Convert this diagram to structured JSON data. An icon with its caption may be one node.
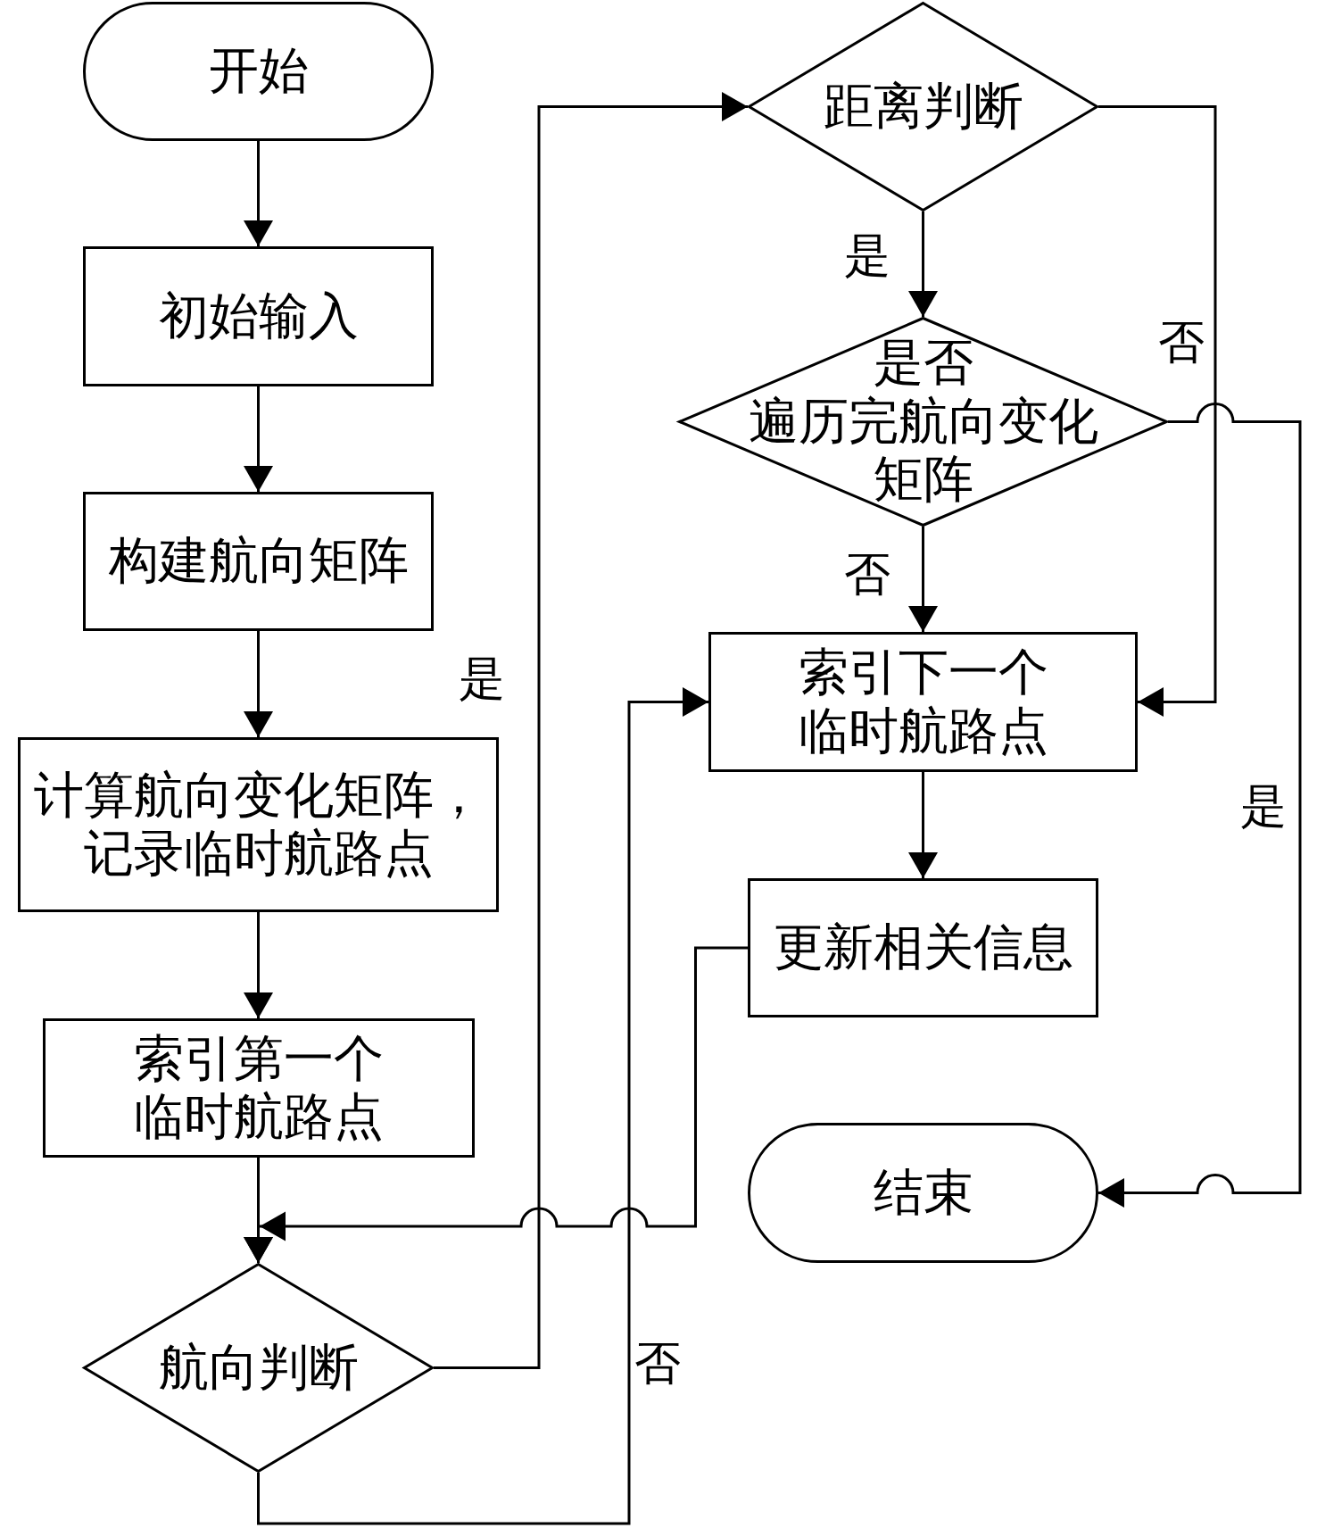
{
  "diagram": {
    "nodes": [
      {
        "text": [
          "开始"
        ]
      },
      {
        "text": [
          "初始输入"
        ]
      },
      {
        "text": [
          "构建航向矩阵"
        ]
      },
      {
        "text": [
          "计算航向变化矩阵，记录临时航路点"
        ]
      },
      {
        "text": [
          "索引第一个临时航路点"
        ]
      },
      {
        "text": [
          "航向判断"
        ]
      },
      {
        "text": [
          "距离判断"
        ]
      },
      {
        "text": [
          "是否遍历完航向变化矩阵"
        ]
      },
      {
        "text": [
          "索引下一个临时航路点"
        ]
      },
      {
        "text": [
          "更新相关信息"
        ]
      },
      {
        "text": [
          "结束"
        ]
      }
    ],
    "edges": [
      {
        "from": 0,
        "to": 1,
        "arrow": "to"
      },
      {
        "from": 1,
        "to": 2,
        "arrow": "to"
      },
      {
        "from": 2,
        "to": 3,
        "arrow": "to"
      },
      {
        "from": 3,
        "to": 4,
        "arrow": "to"
      },
      {
        "from": 4,
        "to": 5,
        "arrow": "to"
      },
      {
        "from": 5,
        "to": 6,
        "arrow": "to",
        "label": "是"
      },
      {
        "from": 5,
        "to": 8,
        "arrow": "to",
        "label": "否"
      },
      {
        "from": 6,
        "to": 7,
        "arrow": "to",
        "label": "是"
      },
      {
        "from": 6,
        "to": 8,
        "arrow": "to",
        "label": "否"
      },
      {
        "from": 7,
        "to": 8,
        "arrow": "to",
        "label": "否"
      },
      {
        "from": 7,
        "to": 10,
        "arrow": "to",
        "label": "是"
      },
      {
        "from": 8,
        "to": 9,
        "arrow": "to"
      },
      {
        "from": 9,
        "to": 5,
        "arrow": "to"
      }
    ]
  }
}
